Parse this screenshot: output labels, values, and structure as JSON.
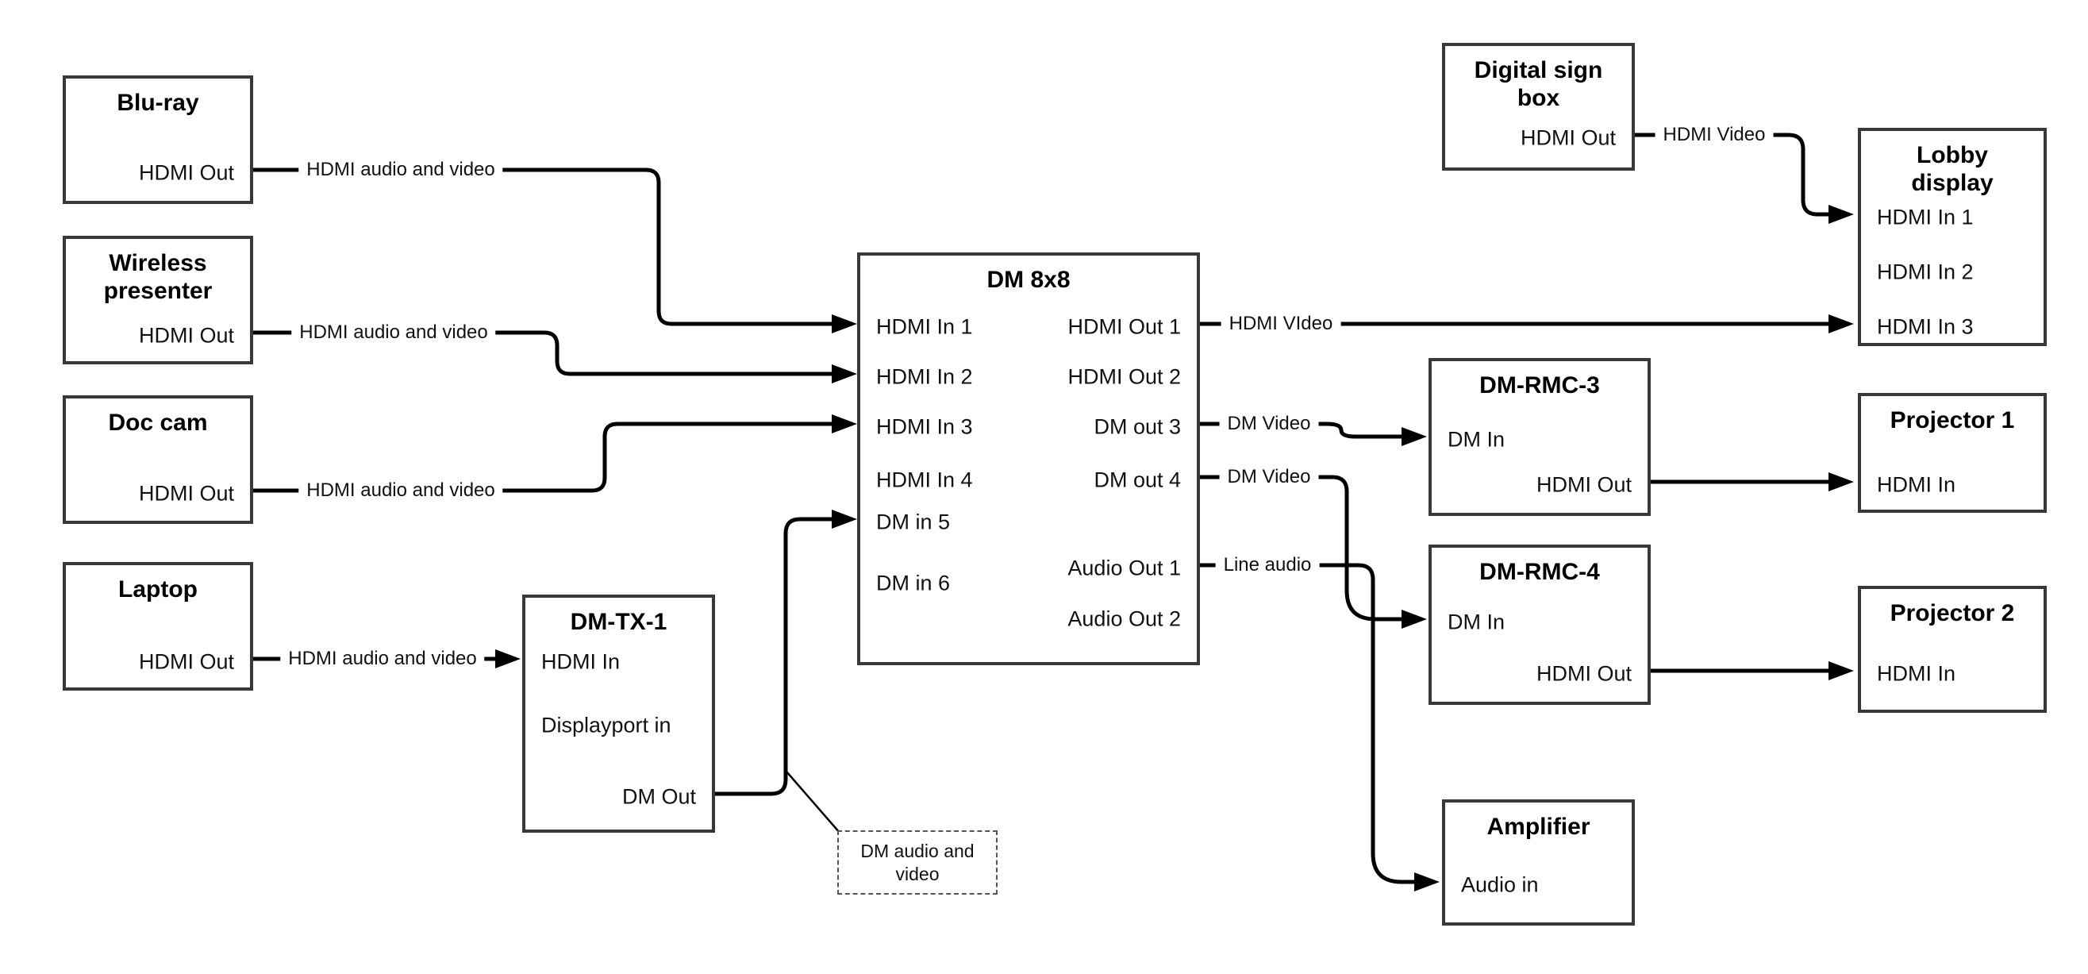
{
  "diagram": {
    "colors": {
      "background": "#ffffff",
      "wire": "#000000",
      "box_border": "#383838",
      "text": "#111111"
    },
    "nodes": {
      "bluray": {
        "title": "Blu-ray",
        "ports": {
          "hdmi_out": "HDMI Out"
        }
      },
      "wireless_presenter": {
        "title": "Wireless presenter",
        "ports": {
          "hdmi_out": "HDMI Out"
        }
      },
      "doc_cam": {
        "title": "Doc cam",
        "ports": {
          "hdmi_out": "HDMI Out"
        }
      },
      "laptop": {
        "title": "Laptop",
        "ports": {
          "hdmi_out": "HDMI Out"
        }
      },
      "dm_tx_1": {
        "title": "DM-TX-1",
        "ports": {
          "hdmi_in": "HDMI In",
          "displayport_in": "Displayport in",
          "dm_out": "DM Out"
        }
      },
      "dm_8x8": {
        "title": "DM 8x8",
        "ports": {
          "hdmi_in_1": "HDMI In 1",
          "hdmi_in_2": "HDMI In 2",
          "hdmi_in_3": "HDMI In 3",
          "hdmi_in_4": "HDMI In 4",
          "dm_in_5": "DM in 5",
          "dm_in_6": "DM in 6",
          "hdmi_out_1": "HDMI Out 1",
          "hdmi_out_2": "HDMI Out 2",
          "dm_out_3": "DM out 3",
          "dm_out_4": "DM out 4",
          "audio_out_1": "Audio Out 1",
          "audio_out_2": "Audio Out 2"
        }
      },
      "digital_sign_box": {
        "title": "Digital sign box",
        "ports": {
          "hdmi_out": "HDMI Out"
        }
      },
      "lobby_display": {
        "title": "Lobby display",
        "ports": {
          "hdmi_in_1": "HDMI In 1",
          "hdmi_in_2": "HDMI In 2",
          "hdmi_in_3": "HDMI In 3"
        }
      },
      "dm_rmc_3": {
        "title": "DM-RMC-3",
        "ports": {
          "dm_in": "DM In",
          "hdmi_out": "HDMI Out"
        }
      },
      "projector_1": {
        "title": "Projector 1",
        "ports": {
          "hdmi_in": "HDMI In"
        }
      },
      "dm_rmc_4": {
        "title": "DM-RMC-4",
        "ports": {
          "dm_in": "DM In",
          "hdmi_out": "HDMI Out"
        }
      },
      "projector_2": {
        "title": "Projector 2",
        "ports": {
          "hdmi_in": "HDMI In"
        }
      },
      "amplifier": {
        "title": "Amplifier",
        "ports": {
          "audio_in": "Audio in"
        }
      }
    },
    "wire_labels": {
      "bluray_to_dm8x8": "HDMI audio and video",
      "wireless_to_dm8x8": "HDMI audio and video",
      "doccam_to_dm8x8": "HDMI audio and video",
      "laptop_to_dmtx1": "HDMI audio and video",
      "dm8x8_to_lobby": "HDMI VIdeo",
      "sign_to_lobby": "HDMI Video",
      "dmout3_to_rmc3": "DM Video",
      "dmout4_to_rmc4": "DM Video",
      "audio_to_amp": "Line audio",
      "dm_note": "DM audio and video"
    }
  }
}
